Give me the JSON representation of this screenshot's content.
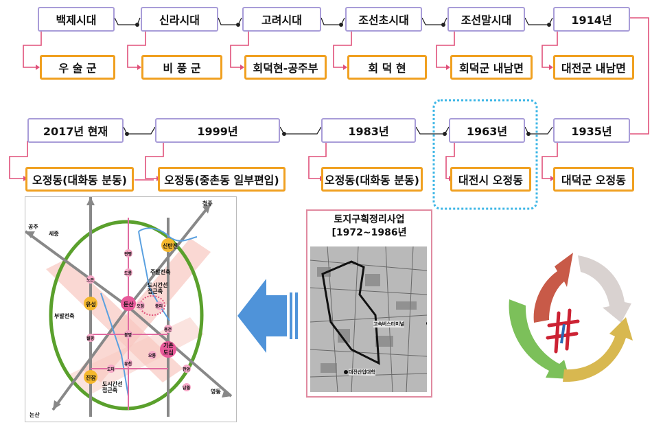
{
  "timeline_top": [
    {
      "era": "백제시대",
      "place": "우 술 군"
    },
    {
      "era": "신라시대",
      "place": "비 풍 군"
    },
    {
      "era": "고려시대",
      "place": "회덕현-공주부"
    },
    {
      "era": "조선초시대",
      "place": "회 덕 현"
    },
    {
      "era": "조선말시대",
      "place": "회덕군 내남면"
    },
    {
      "era": "1914년",
      "place": "대전군 내남면"
    }
  ],
  "timeline_bottom": [
    {
      "era": "2017년 현재",
      "place": "오정동(대화동 분동)"
    },
    {
      "era": "1999년",
      "place": "오정동(중촌동 일부편입)"
    },
    {
      "era": "1983년",
      "place": "오정동(대화동 분동)"
    },
    {
      "era": "1963년",
      "place": "대전시 오정동"
    },
    {
      "era": "1935년",
      "place": "대덕군 오정동"
    }
  ],
  "map": {
    "labels": {
      "gongju": "공주",
      "sejong": "세종",
      "cheongju": "청주",
      "nonsan": "논산",
      "yeongdong": "영동",
      "main_axis_left": "부발전축",
      "main_axis_right": "주발전축",
      "approach_top": "도시간선\n접근축",
      "approach_bottom": "도시간선\n접근축"
    },
    "nodes": {
      "yuseong": "유성",
      "dunsan": "둔산",
      "sintanjin": "신탄진",
      "old_center": "기존\n도심",
      "jinjam": "진잠",
      "gwanpyeong": "관평",
      "doryong": "도룡",
      "noeun": "노은",
      "ojeong": "오정",
      "jungri": "중리",
      "yongjeon": "용전",
      "wolpyeong": "월평",
      "bongmyeong": "봉명",
      "doma": "도마",
      "yucheon": "유천",
      "ojeong2": "오룡",
      "gayang": "판암",
      "namwol": "남월"
    }
  },
  "project": {
    "title_line1": "토지구획정리사업",
    "title_line2": "[1972~1986년",
    "photo_label_1": "고속버스터미널",
    "photo_label_2": "대전산업대학"
  },
  "colors": {
    "era_border": "#a89cd8",
    "place_border": "#f0a020",
    "connector_pink": "#e0507a",
    "arrow_blue": "#4f93d9",
    "ring_green": "#5aa02c",
    "highlight_dotted": "#3cb6e6"
  }
}
